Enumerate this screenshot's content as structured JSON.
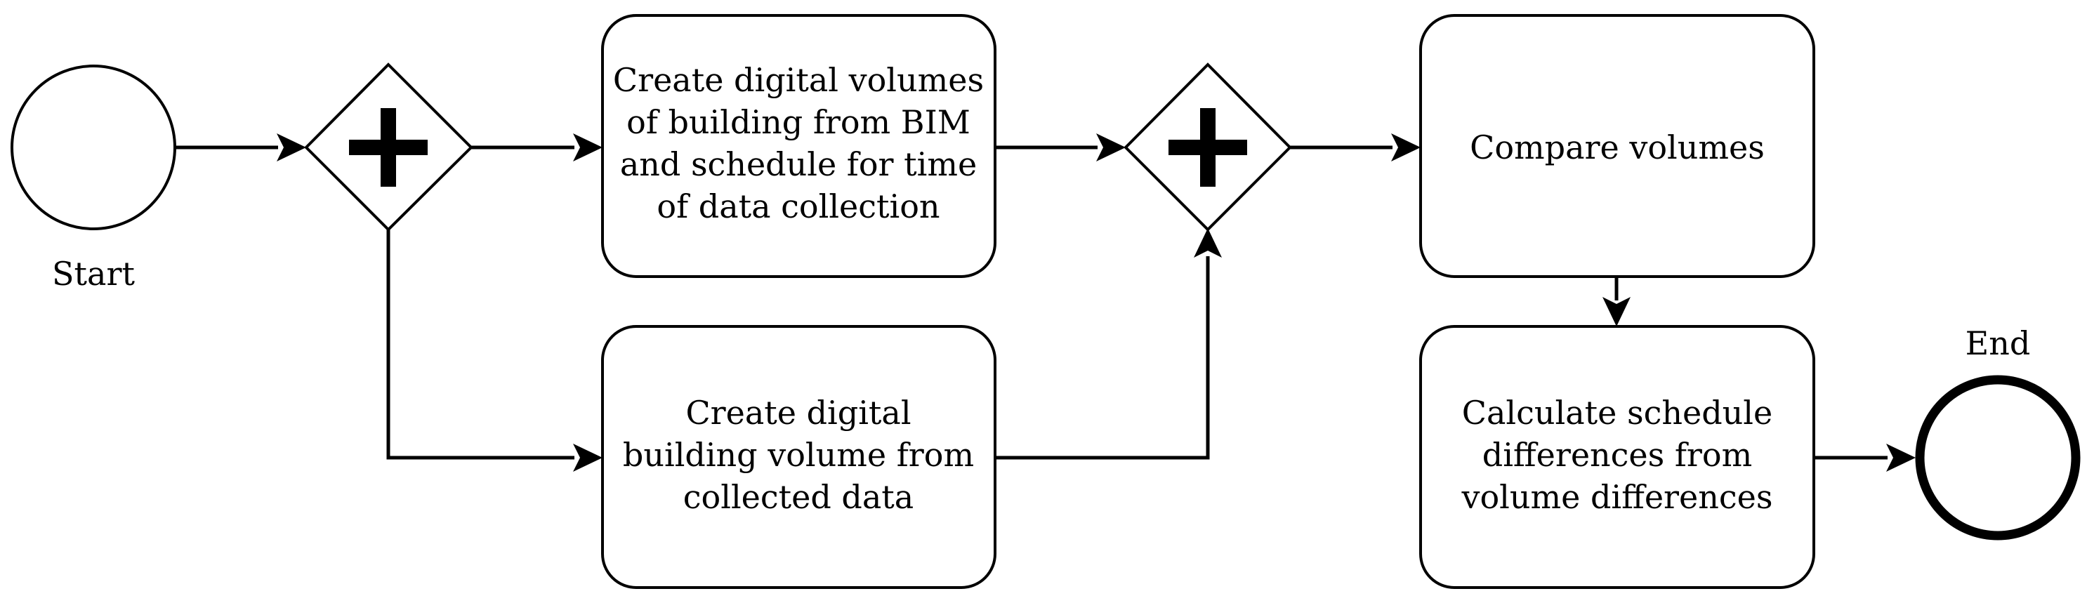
{
  "diagram": {
    "events": {
      "start": {
        "label": "Start"
      },
      "end": {
        "label": "End"
      }
    },
    "gateways": [
      {
        "id": "split",
        "symbol": "+"
      },
      {
        "id": "join",
        "symbol": "+"
      }
    ],
    "tasks": [
      {
        "id": "create-bim-volumes",
        "lines": [
          "Create digital volumes",
          "of building from BIM",
          "and schedule for time",
          "of data collection"
        ]
      },
      {
        "id": "create-collected-volume",
        "lines": [
          "Create digital",
          "building volume from",
          "collected data"
        ]
      },
      {
        "id": "compare-volumes",
        "lines": [
          "Compare volumes"
        ]
      },
      {
        "id": "calculate-differences",
        "lines": [
          "Calculate schedule",
          "differences from",
          "volume differences"
        ]
      }
    ],
    "flows": [
      {
        "from": "start",
        "to": "split"
      },
      {
        "from": "split",
        "to": "create-bim-volumes"
      },
      {
        "from": "split",
        "to": "create-collected-volume"
      },
      {
        "from": "create-bim-volumes",
        "to": "join"
      },
      {
        "from": "create-collected-volume",
        "to": "join"
      },
      {
        "from": "join",
        "to": "compare-volumes"
      },
      {
        "from": "compare-volumes",
        "to": "calculate-differences"
      },
      {
        "from": "calculate-differences",
        "to": "end"
      }
    ],
    "colors": {
      "stroke": "#000000",
      "fill": "#ffffff"
    }
  }
}
